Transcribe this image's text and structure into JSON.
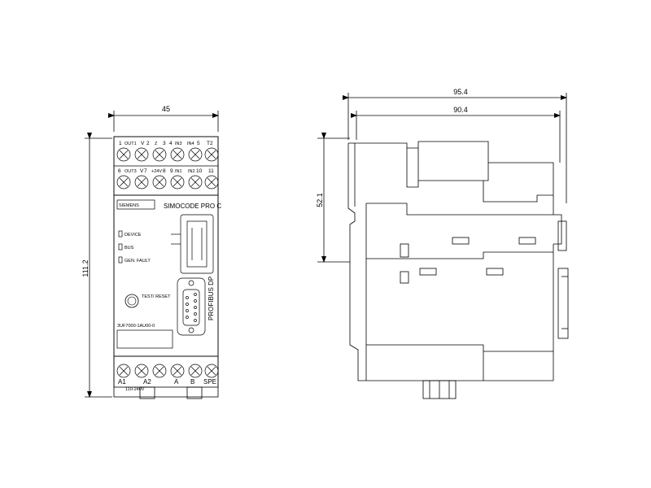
{
  "dimensions": {
    "front_width": "45",
    "front_height": "111.2",
    "side_total_width": "95.4",
    "side_inner_width": "90.4",
    "side_partial_height": "52.1"
  },
  "front_view": {
    "top_row1_numbers": [
      "1",
      "2",
      "3",
      "4",
      "5",
      "T2"
    ],
    "top_row1_labels": [
      "OUT1",
      "V",
      "Z",
      "IN3",
      "IN4"
    ],
    "top_row2_numbers": [
      "6",
      "7",
      "8",
      "9",
      "10",
      "11"
    ],
    "top_row2_labels": [
      "OUT3",
      "V",
      "+24V",
      "IN1",
      "IN2"
    ],
    "brand": "SIEMENS",
    "product": "SIMOCODE PRO C",
    "leds": [
      "DEVICE",
      "BUS",
      "GEN. FAULT"
    ],
    "test_button": "TEST/ RESET",
    "order_number": "3UF7000-1AU00-0",
    "bus_label": "PROFIBUS DP",
    "bottom_labels": [
      "A1",
      "A2",
      "A",
      "B",
      "SPE"
    ],
    "bottom_supply": "110-240V"
  },
  "colors": {
    "line": "#000000",
    "background": "#ffffff"
  }
}
